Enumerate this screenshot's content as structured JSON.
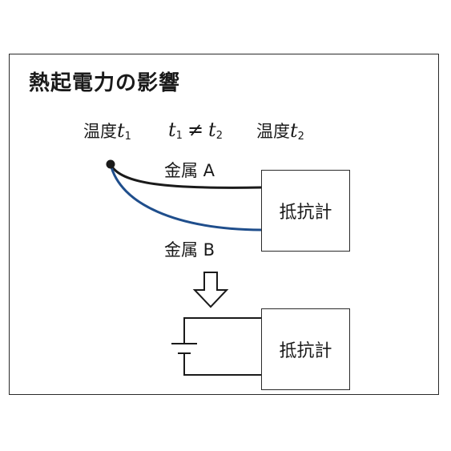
{
  "diagram": {
    "title": "熱起電力の影響",
    "temp1_label": "温度",
    "temp1_var": "t",
    "temp1_sub": "1",
    "relation_var1": "t",
    "relation_sub1": "1",
    "relation_op": "≠",
    "relation_var2": "t",
    "relation_sub2": "2",
    "temp2_label": "温度",
    "temp2_var": "t",
    "temp2_sub": "2",
    "metal_a": "金属 A",
    "metal_b": "金属 B",
    "meter_top": "抵抗計",
    "meter_bottom": "抵抗計",
    "colors": {
      "wire_a": "#1a1a1a",
      "wire_b": "#1f4e8c"
    }
  }
}
